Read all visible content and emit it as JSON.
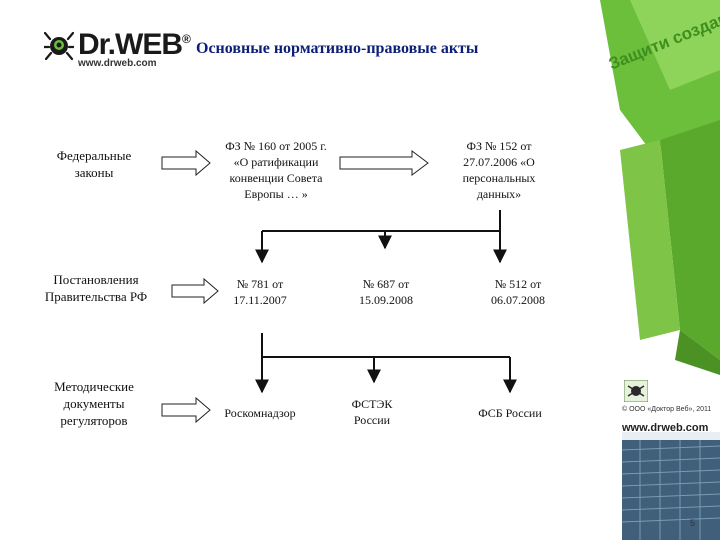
{
  "header": {
    "logo_text": "Dr.WEB",
    "logo_reg": "®",
    "logo_url": "www.drweb.com",
    "title": "Основные нормативно-правовые акты"
  },
  "decoration": {
    "slogan": "Защити созданное",
    "copyright": "© ООО «Доктор Веб», 2011",
    "url": "www.drweb.com",
    "slide_number": "5"
  },
  "rows": {
    "federal": {
      "label_lines": [
        "Федеральные",
        "законы"
      ],
      "node1_lines": [
        "ФЗ № 160 от 2005 г.",
        "«О ратификации",
        "конвенции Совета",
        "Европы … »"
      ],
      "node2_lines": [
        "ФЗ № 152 от",
        "27.07.2006 «О",
        "персональных",
        "данных»"
      ]
    },
    "government": {
      "label_lines": [
        "Постановления",
        "Правительства РФ"
      ],
      "nodes": [
        [
          "№ 781 от",
          "17.11.2007"
        ],
        [
          "№ 687 от",
          "15.09.2008"
        ],
        [
          "№ 512 от",
          "06.07.2008"
        ]
      ]
    },
    "regulators": {
      "label_lines": [
        "Методические",
        "документы",
        "регуляторов"
      ],
      "nodes": [
        [
          "Роскомнадзор"
        ],
        [
          "ФСТЭК",
          "России"
        ],
        [
          "ФСБ России"
        ]
      ]
    }
  },
  "colors": {
    "title": "#0c1f78",
    "arrow_fill": "#ffffff",
    "arrow_stroke": "#222222",
    "green": "#58b030"
  }
}
